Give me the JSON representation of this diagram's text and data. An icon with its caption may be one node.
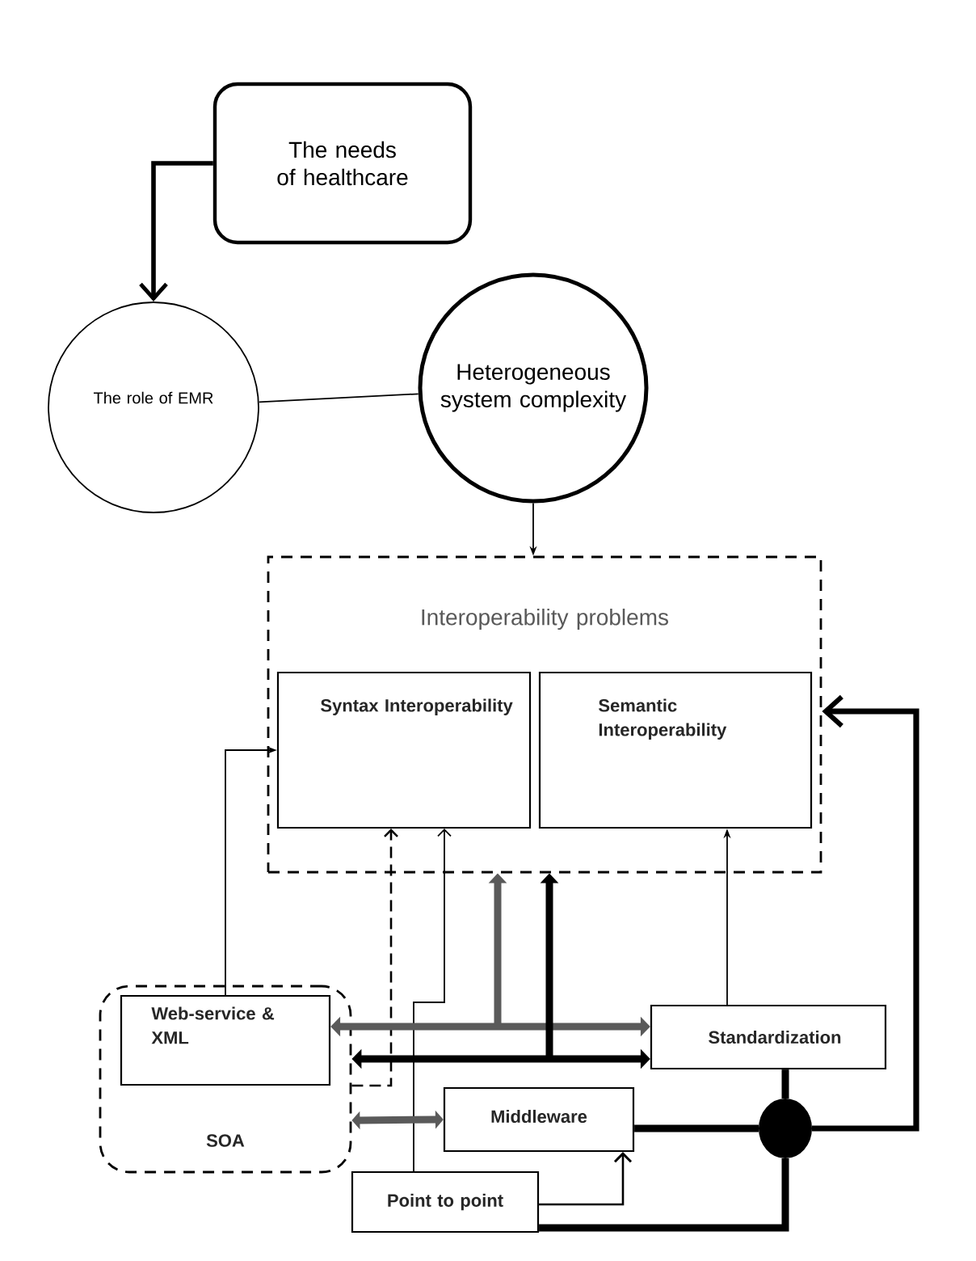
{
  "diagram": {
    "nodes": [
      {
        "text": [
          "The needs of healthcare"
        ]
      },
      {
        "text": [
          "The role of EMR"
        ]
      },
      {
        "text": [
          "Heterogeneous system complexity"
        ]
      },
      {
        "text": [
          "Interoperability problems"
        ]
      },
      {
        "text": [
          "Syntax Interoperability"
        ],
        "in": 3
      },
      {
        "text": [
          "Semantic Interoperability"
        ],
        "in": 3
      },
      {
        "text": [
          "SOA"
        ]
      },
      {
        "text": [
          "Web-service & XML"
        ],
        "in": 6
      },
      {
        "text": [
          "Standardization"
        ]
      },
      {
        "text": [
          "Middleware"
        ]
      },
      {
        "text": [
          "Point to point"
        ]
      },
      {
        "text": [],
        "shape": "circle"
      }
    ],
    "edges": [
      {
        "from": 0,
        "to": 1,
        "arrow": "to"
      },
      {
        "from": 1,
        "to": 2,
        "arrow": "none"
      },
      {
        "from": 2,
        "to": 3,
        "arrow": "to"
      },
      {
        "from": 7,
        "to": 4,
        "arrow": "to"
      },
      {
        "from": 6,
        "to": 4,
        "arrow": "to",
        "style": "dashed"
      },
      {
        "from": 10,
        "to": 4,
        "arrow": "to"
      },
      {
        "from": 8,
        "to": 5,
        "arrow": "to"
      },
      {
        "from": 7,
        "to": 8,
        "arrow": "both",
        "color": "#5a5a5a"
      },
      {
        "from": null,
        "to": 3,
        "arrow": "to",
        "color": "#5a5a5a"
      },
      {
        "from": 6,
        "to": 8,
        "arrow": "both"
      },
      {
        "from": null,
        "to": 3,
        "arrow": "to"
      },
      {
        "from": 6,
        "to": 9,
        "arrow": "both",
        "color": "#5a5a5a"
      },
      {
        "from": 10,
        "to": 9,
        "arrow": "to"
      },
      {
        "from": 9,
        "to": 11,
        "arrow": "none"
      },
      {
        "from": 8,
        "to": 11,
        "arrow": "none"
      },
      {
        "from": 10,
        "to": 11,
        "arrow": "none"
      },
      {
        "from": 11,
        "to": 3,
        "arrow": "to"
      }
    ]
  }
}
